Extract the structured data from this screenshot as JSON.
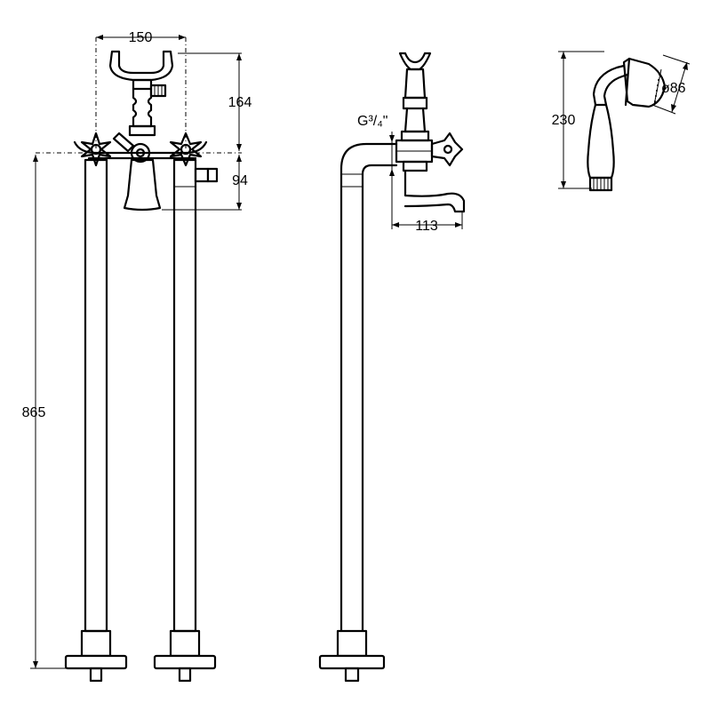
{
  "dimensions": {
    "handle_span": "150",
    "holder_height": "164",
    "spout_drop": "94",
    "column_height": "865",
    "thread_size": "G³/₄\"",
    "spout_reach": "113",
    "shower_length": "230",
    "shower_diameter": "ø86"
  },
  "colors": {
    "line": "#000000",
    "background": "#ffffff"
  }
}
